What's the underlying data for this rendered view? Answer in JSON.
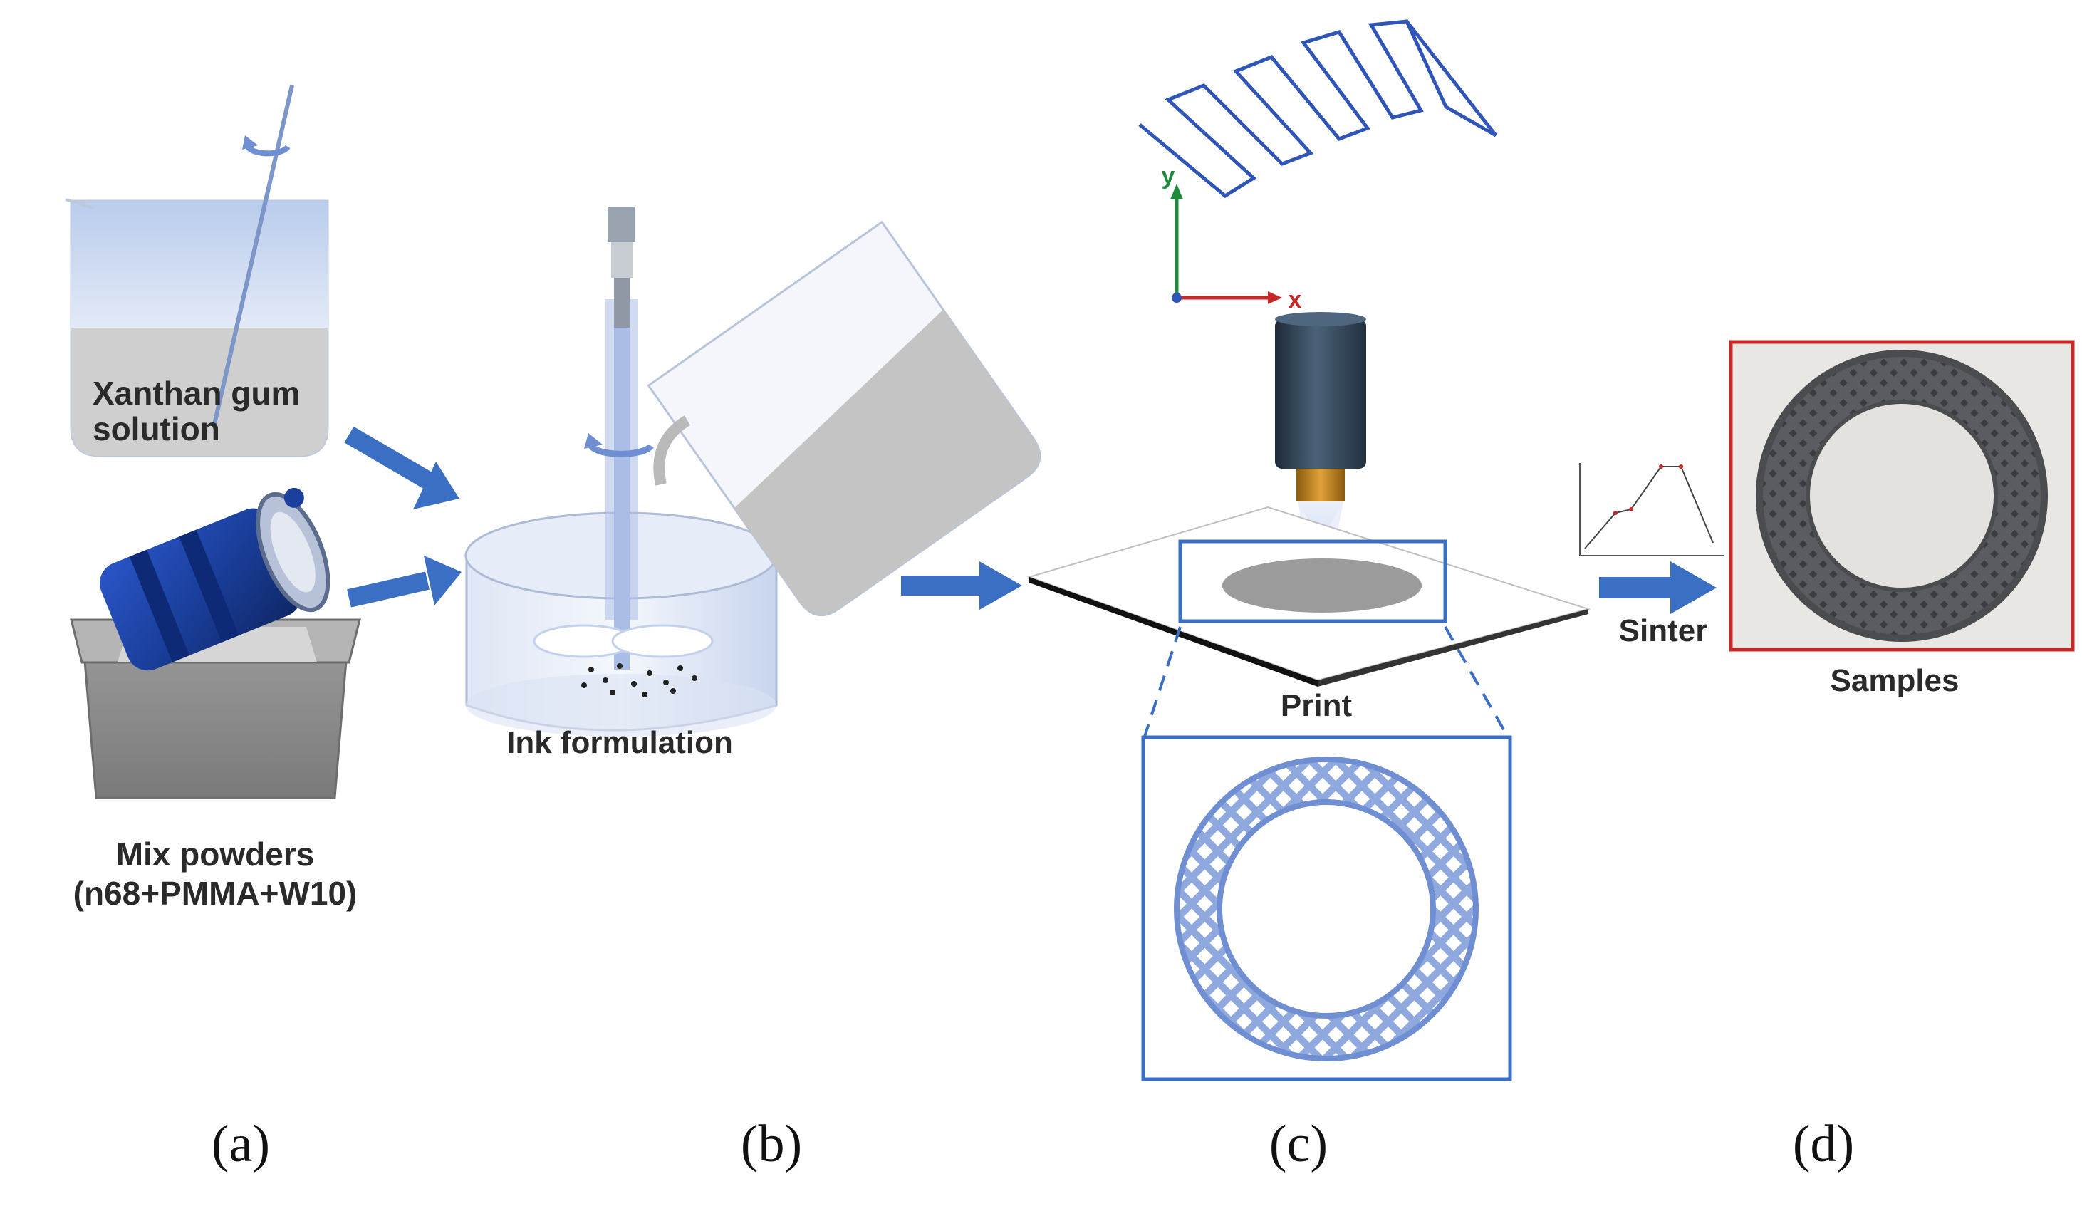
{
  "steps": {
    "a": {
      "panel_label": "(a)",
      "xanthan_line1": "Xanthan gum",
      "xanthan_line2": "solution",
      "powder_line1": "Mix powders",
      "powder_line2": "(n68+PMMA+W10)"
    },
    "b": {
      "panel_label": "(b)",
      "label": "Ink formulation"
    },
    "c": {
      "panel_label": "(c)",
      "label": "Print",
      "axis_x": "x",
      "axis_y": "y"
    },
    "d": {
      "panel_label": "(d)",
      "sinter_label": "Sinter",
      "samples_label": "Samples"
    }
  },
  "colors": {
    "accent_blue": "#3a6fc4",
    "print_path_blue": "#2f55b8",
    "print_ring_blue": "#6f8fd2",
    "axis_x_red": "#c62828",
    "axis_y_green": "#1f8a3a",
    "sample_frame_red": "#c62828",
    "sample_ring_gray": "#5f6166",
    "liquid_gray": "#c4c4c4"
  },
  "icons": {
    "stir": "rotation-arrow-icon",
    "mixer": "ball-mill-jar-icon",
    "beaker": "beaker-icon",
    "nozzle": "printer-nozzle-icon",
    "sinter_curve": "sintering-profile-icon"
  }
}
